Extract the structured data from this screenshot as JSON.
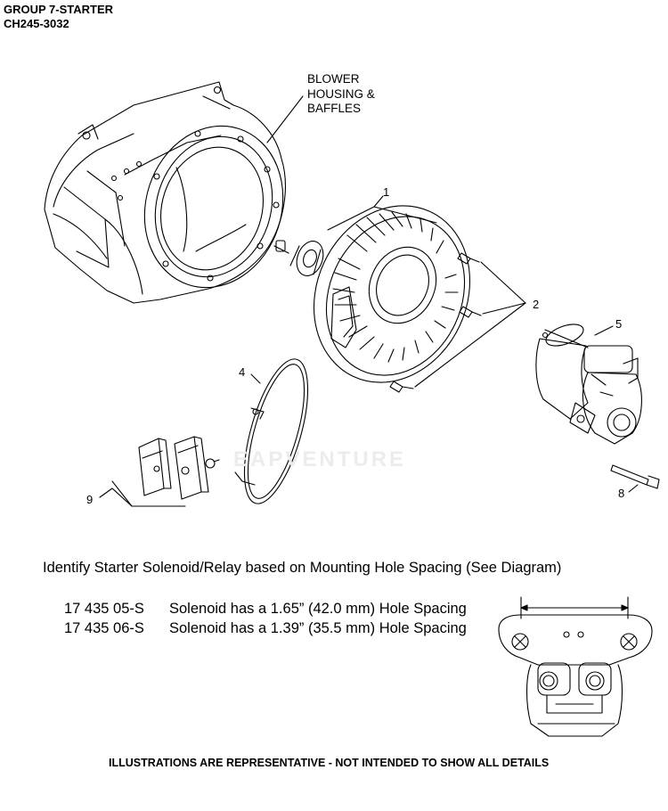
{
  "header": {
    "title": "GROUP 7-STARTER",
    "model": "CH245-3032"
  },
  "diagram": {
    "blower_label_lines": [
      "BLOWER",
      "HOUSING &",
      "BAFFLES"
    ],
    "callouts": {
      "c1": "1",
      "c2": "2",
      "c4": "4",
      "c5": "5",
      "c8": "8",
      "c9": "9"
    },
    "watermark": "EAPVENTURE"
  },
  "instructions": {
    "identify": "Identify Starter Solenoid/Relay based on Mounting Hole Spacing (See Diagram)",
    "parts": [
      {
        "number": "17 435 05-S",
        "description": "Solenoid has a 1.65” (42.0 mm) Hole Spacing"
      },
      {
        "number": "17 435 06-S",
        "description": "Solenoid has a 1.39” (35.5 mm) Hole Spacing"
      }
    ]
  },
  "footer": {
    "note": "ILLUSTRATIONS ARE REPRESENTATIVE - NOT INTENDED TO SHOW ALL DETAILS"
  }
}
